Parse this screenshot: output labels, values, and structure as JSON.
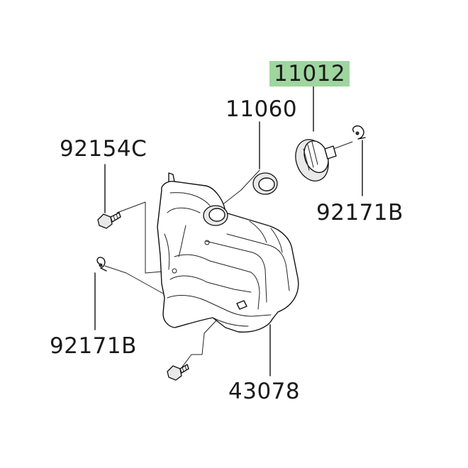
{
  "diagram": {
    "labels": {
      "cap": "11012",
      "gasket": "11060",
      "bolt_top_left": "92154C",
      "clip_right": "92171B",
      "clip_left": "92171B",
      "tank": "43078"
    },
    "highlight_color": "#9fd59f",
    "line_color": "#111111"
  }
}
